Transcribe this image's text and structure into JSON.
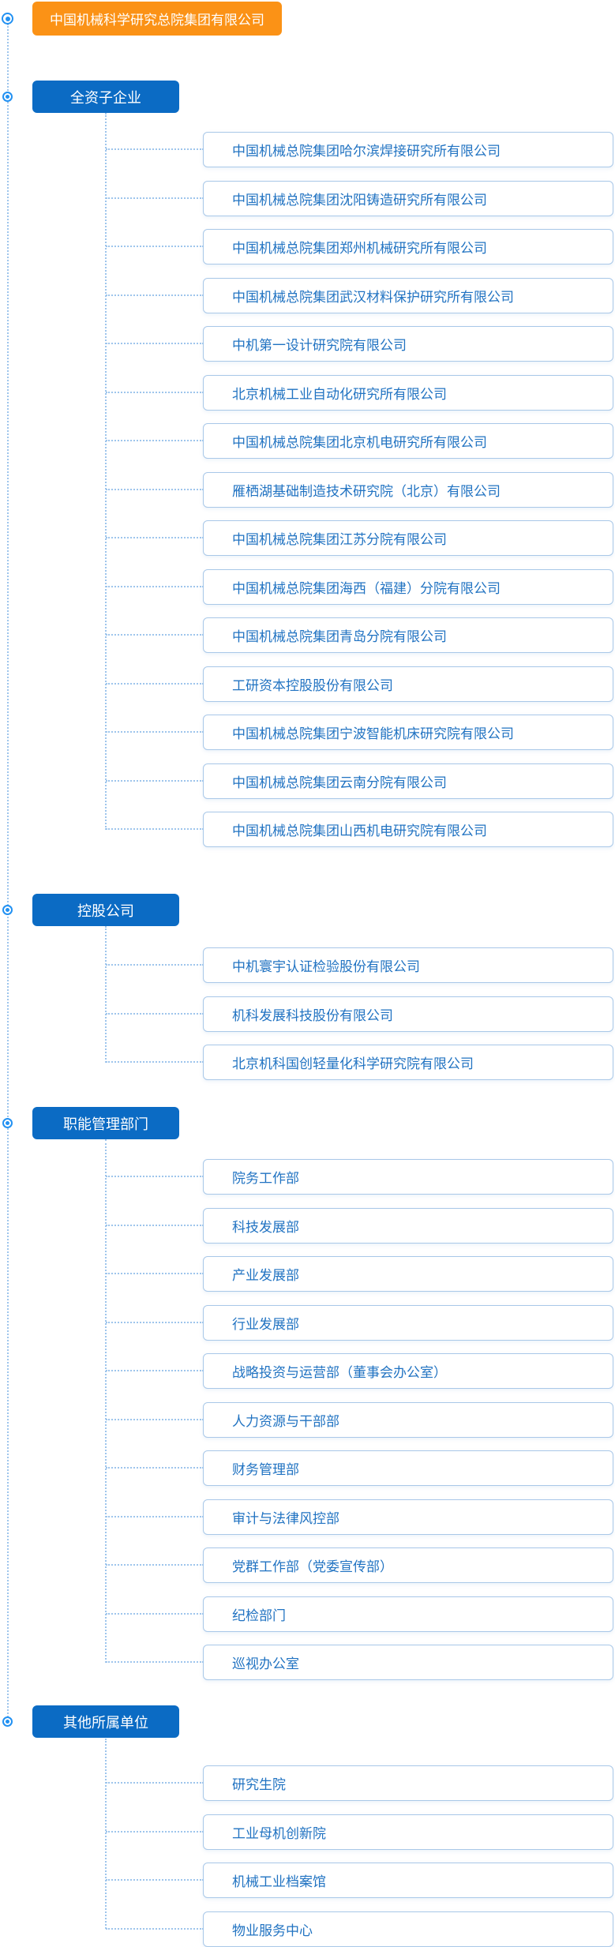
{
  "root": {
    "label": "中国机械科学研究总院集团有限公司"
  },
  "sections": [
    {
      "label": "全资子企业",
      "items": [
        "中国机械总院集团哈尔滨焊接研究所有限公司",
        "中国机械总院集团沈阳铸造研究所有限公司",
        "中国机械总院集团郑州机械研究所有限公司",
        "中国机械总院集团武汉材料保护研究所有限公司",
        "中机第一设计研究院有限公司",
        "北京机械工业自动化研究所有限公司",
        "中国机械总院集团北京机电研究所有限公司",
        "雁栖湖基础制造技术研究院（北京）有限公司",
        "中国机械总院集团江苏分院有限公司",
        "中国机械总院集团海西（福建）分院有限公司",
        "中国机械总院集团青岛分院有限公司",
        "工研资本控股股份有限公司",
        "中国机械总院集团宁波智能机床研究院有限公司",
        "中国机械总院集团云南分院有限公司",
        "中国机械总院集团山西机电研究院有限公司"
      ]
    },
    {
      "label": "控股公司",
      "items": [
        "中机寰宇认证检验股份有限公司",
        "机科发展科技股份有限公司",
        "北京机科国创轻量化科学研究院有限公司"
      ]
    },
    {
      "label": "职能管理部门",
      "items": [
        "院务工作部",
        "科技发展部",
        "产业发展部",
        "行业发展部",
        "战略投资与运营部（董事会办公室）",
        "人力资源与干部部",
        "财务管理部",
        "审计与法律风控部",
        "党群工作部（党委宣传部）",
        "纪检部门",
        "巡视办公室"
      ]
    },
    {
      "label": "其他所属单位",
      "items": [
        "研究生院",
        "工业母机创新院",
        "机械工业档案馆",
        "物业服务中心"
      ]
    }
  ],
  "colors": {
    "root_bg": "#FB9216",
    "category_bg": "#0B6BC4",
    "item_text": "#2173C2",
    "item_border": "#A9C8E8",
    "connector_line": "#9EC5EC",
    "icon_ring": "#2291F2"
  },
  "icons": {
    "node_icon": "ring-with-dot (tree collapse toggle)"
  }
}
